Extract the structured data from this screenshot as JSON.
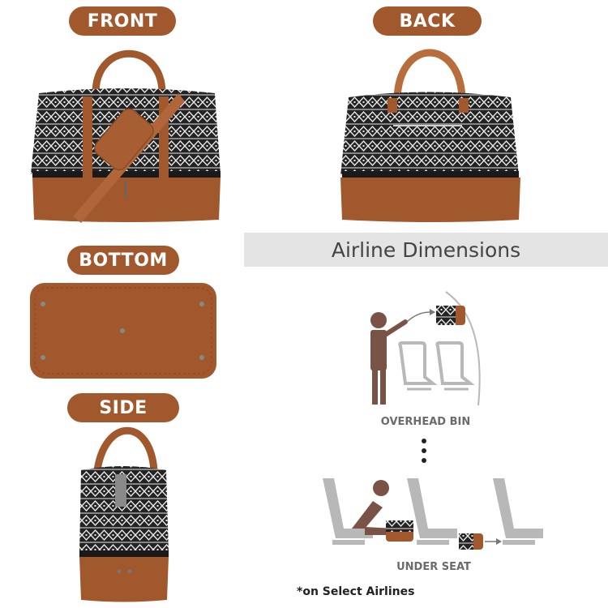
{
  "labels": {
    "front": "FRONT",
    "back": "BACK",
    "bottom": "BOTTOM",
    "side": "SIDE"
  },
  "banner": "Airline Dimensions",
  "captions": {
    "overhead": "OVERHEAD BIN",
    "under_seat": "UNDER SEAT"
  },
  "note": "*on Select Airlines",
  "colors": {
    "leather": "#a0582c",
    "leather_light": "#b86d3c",
    "fabric_dark": "#232323",
    "banner_bg": "#e4e4e4",
    "seat_gray": "#b8b8b8",
    "person": "#7a5347"
  }
}
